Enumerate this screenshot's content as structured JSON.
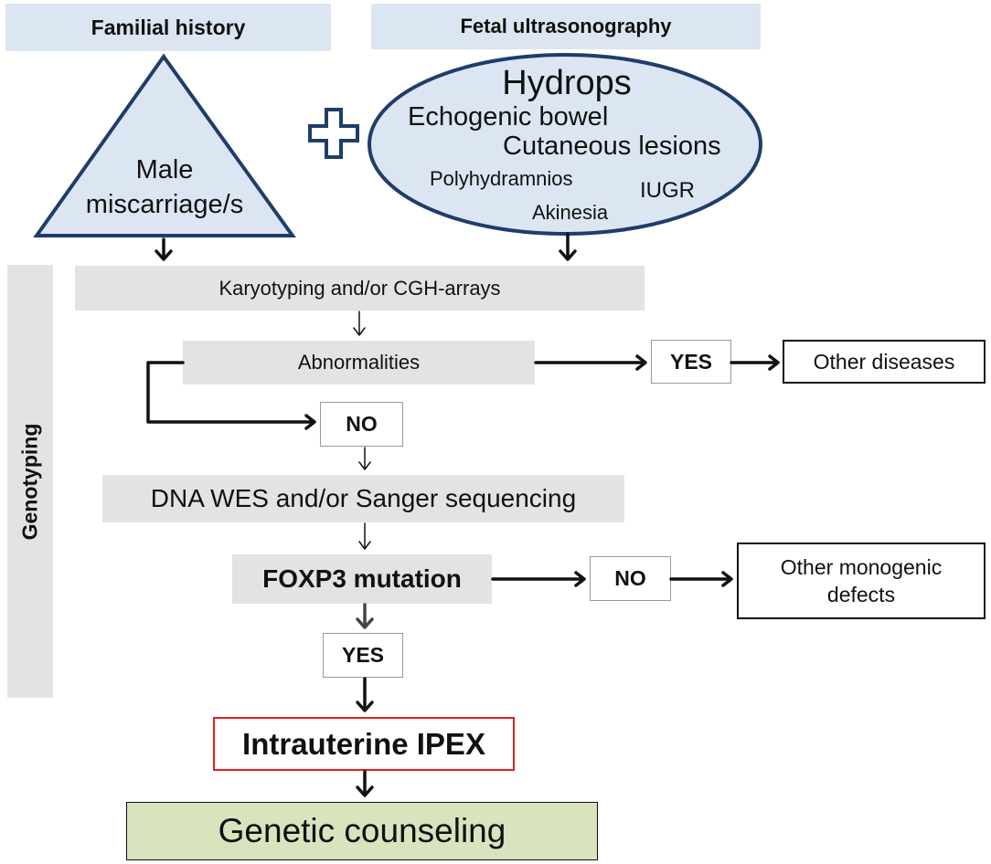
{
  "headers": {
    "familial": "Familial history",
    "fetal": "Fetal ultrasonography"
  },
  "triangle": {
    "line1": "Male",
    "line2": "miscarriage/s"
  },
  "ellipse": {
    "hydrops": "Hydrops",
    "echogenic": "Echogenic bowel",
    "cutaneous": "Cutaneous lesions",
    "polyhydramnios": "Polyhydramnios",
    "iugr": "IUGR",
    "akinesia": "Akinesia"
  },
  "side_label": "Genotyping",
  "steps": {
    "karyotyping": "Karyotyping and/or CGH-arrays",
    "abnormalities": "Abnormalities",
    "yes1": "YES",
    "other_diseases": "Other diseases",
    "no1": "NO",
    "dna": "DNA WES and/or Sanger sequencing",
    "foxp3": "FOXP3 mutation",
    "no2": "NO",
    "other_monogenic_1": "Other monogenic",
    "other_monogenic_2": "defects",
    "yes2": "YES",
    "ipex": "Intrauterine IPEX",
    "counseling": "Genetic counseling"
  },
  "colors": {
    "header_fill": "#dce6f2",
    "shape_fill": "#dce6f2",
    "shape_stroke": "#1f3d6b",
    "gray_fill": "#e3e3e3",
    "ipex_border": "#e02020",
    "counseling_fill": "#d7e4bd"
  }
}
